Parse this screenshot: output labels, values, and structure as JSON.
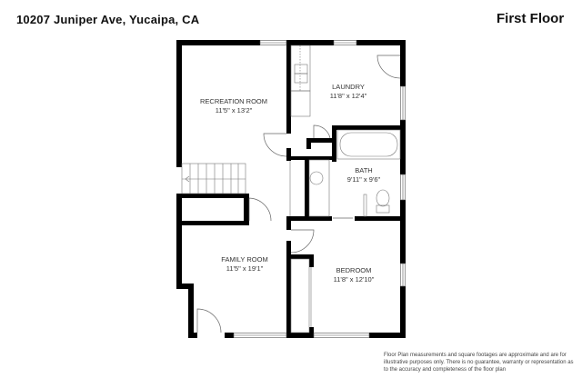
{
  "header": {
    "address": "10207 Juniper Ave, Yucaipa, CA",
    "floor_title": "First Floor"
  },
  "rooms": [
    {
      "name": "RECREATION ROOM",
      "dimensions": "11'5\" x 13'2\""
    },
    {
      "name": "LAUNDRY",
      "dimensions": "11'8\" x 12'4\""
    },
    {
      "name": "BATH",
      "dimensions": "9'11\" x 9'6\""
    },
    {
      "name": "FAMILY ROOM",
      "dimensions": "11'5\" x 19'1\""
    },
    {
      "name": "BEDROOM",
      "dimensions": "11'8\" x 12'10\""
    }
  ],
  "disclaimer": {
    "text": "Floor Plan measurements and square footages are approximate and are for illustrative purposes only. There is no guarantee, warranty or representation as to the accuracy and completeness of the floor plan"
  },
  "colors": {
    "wall": "#000000",
    "fixture": "#888888",
    "background": "#ffffff"
  }
}
